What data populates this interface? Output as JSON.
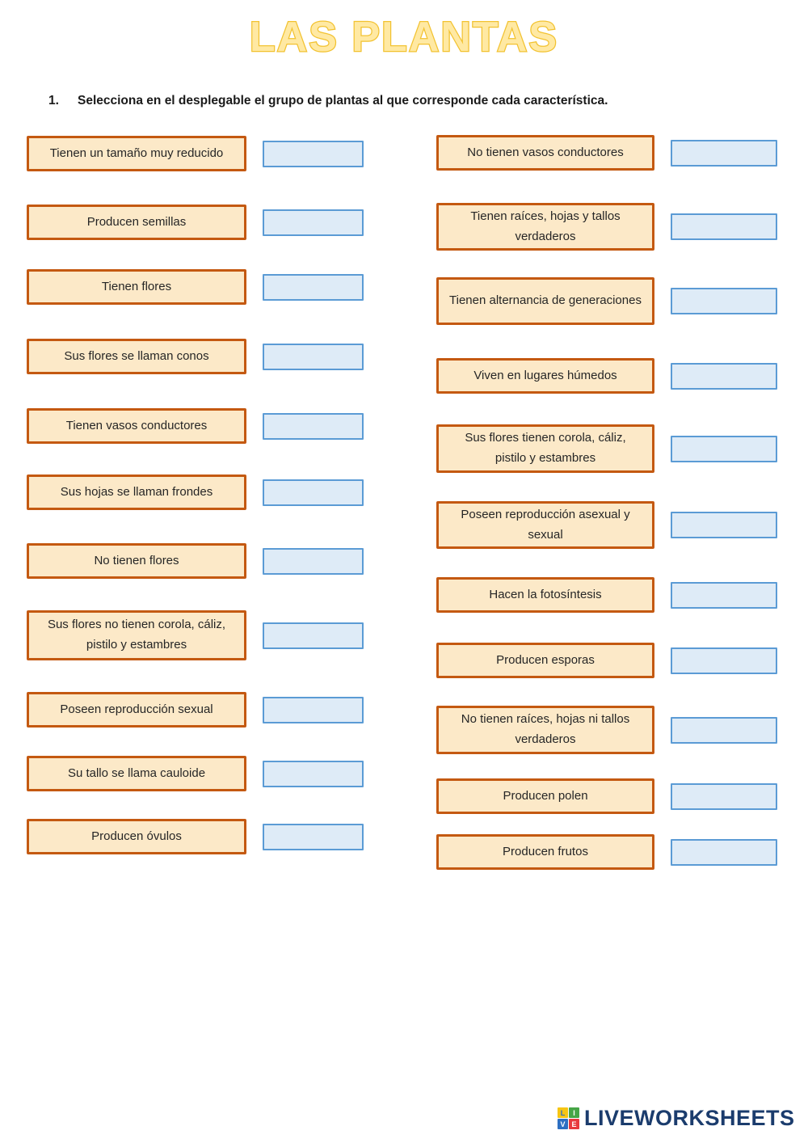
{
  "page": {
    "title": "LAS PLANTAS",
    "instruction_number": "1.",
    "instruction": "Selecciona en el desplegable el grupo de plantas al que corresponde cada característica."
  },
  "colors": {
    "label_fill": "#FCE9C8",
    "label_border": "#C45911",
    "dropdown_fill": "#DEEBF7",
    "dropdown_border": "#5B9BD5",
    "title_fill": "#FFE9A3",
    "title_outline": "#F2C230",
    "logo_navy": "#1B3C6D",
    "text_dark": "#262626"
  },
  "columns": {
    "left": {
      "items": [
        {
          "label": "Tienen un tamaño muy reducido"
        },
        {
          "label": "Producen semillas"
        },
        {
          "label": "Tienen flores"
        },
        {
          "label": "Sus flores se llaman conos"
        },
        {
          "label": "Tienen vasos conductores"
        },
        {
          "label": "Sus hojas se llaman frondes"
        },
        {
          "label": "No tienen flores"
        },
        {
          "label": "Sus flores no tienen corola, cáliz, pistilo y estambres"
        },
        {
          "label": "Poseen reproducción sexual"
        },
        {
          "label": "Su tallo se llama cauloide"
        },
        {
          "label": "Producen óvulos"
        }
      ]
    },
    "right": {
      "items": [
        {
          "label": "No tienen vasos conductores"
        },
        {
          "label": "Tienen raíces, hojas y tallos verdaderos"
        },
        {
          "label": "Tienen alternancia de generaciones"
        },
        {
          "label": "Viven en lugares húmedos"
        },
        {
          "label": "Sus flores tienen corola, cáliz, pistilo y estambres"
        },
        {
          "label": "Poseen reproducción asexual y sexual"
        },
        {
          "label": "Hacen la fotosíntesis"
        },
        {
          "label": "Producen esporas"
        },
        {
          "label": "No tienen raíces, hojas ni tallos verdaderos"
        },
        {
          "label": "Producen polen"
        },
        {
          "label": "Producen frutos"
        }
      ]
    }
  },
  "footer": {
    "brand": "LIVEWORKSHEETS",
    "logo_letters": [
      "L",
      "I",
      "V",
      "E"
    ]
  }
}
